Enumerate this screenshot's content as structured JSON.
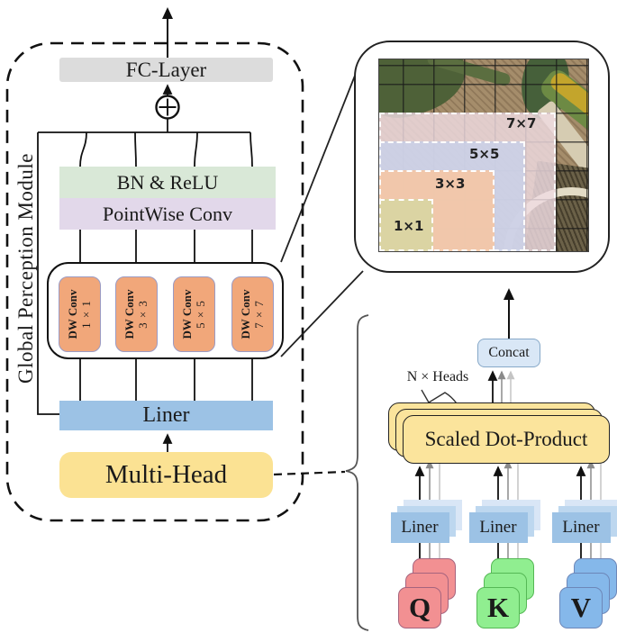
{
  "gpm": {
    "title": "Global Perception Module",
    "fc_layer": "FC-Layer",
    "bn_relu": "BN & ReLU",
    "pointwise": "PointWise Conv",
    "dw_convs": [
      {
        "name": "DW Conv",
        "kernel": "1 × 1"
      },
      {
        "name": "DW Conv",
        "kernel": "3 × 3"
      },
      {
        "name": "DW Conv",
        "kernel": "5 × 5"
      },
      {
        "name": "DW Conv",
        "kernel": "7 × 7"
      }
    ],
    "liner": "Liner",
    "multi_head": "Multi-Head"
  },
  "receptive_field": {
    "regions": [
      {
        "label": "1×1"
      },
      {
        "label": "3×3"
      },
      {
        "label": "5×5"
      },
      {
        "label": "7×7"
      }
    ]
  },
  "attention": {
    "concat": "Concat",
    "heads_note": "N × Heads",
    "scaled_dot_product": "Scaled Dot-Product",
    "liners": [
      "Liner",
      "Liner",
      "Liner"
    ],
    "inputs": [
      {
        "label": "Q"
      },
      {
        "label": "K"
      },
      {
        "label": "V"
      }
    ]
  },
  "colors": {
    "fc_layer": "#dcdcdc",
    "bn_relu": "#d9e8d7",
    "pointwise": "#e2d8ea",
    "dw_conv": "#f1a77a",
    "liner": "#9cc2e5",
    "multi_head": "#fbe293",
    "concat": "#d9e7f6",
    "scaled_dot_product": "#fbe49c",
    "q": "#f29092",
    "k": "#90ee90",
    "v": "#85b8ea",
    "region_1x1": "#d8d5a2",
    "region_3x3": "#f6c5a2",
    "region_5x5": "#c9d0e8",
    "region_7x7": "#efdce2"
  }
}
